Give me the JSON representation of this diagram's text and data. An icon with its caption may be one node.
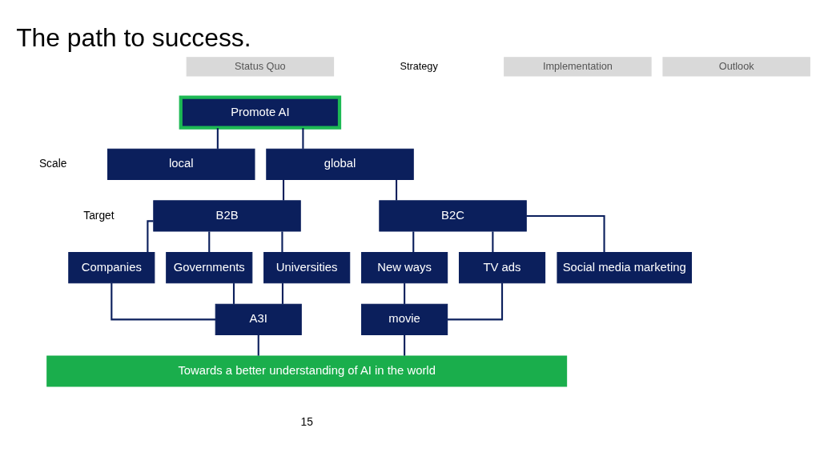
{
  "diagram": {
    "title": "The path to success.",
    "nodes": [
      {
        "text": [
          "Promote AI"
        ]
      },
      {
        "text": [
          "local"
        ]
      },
      {
        "text": [
          "global"
        ]
      },
      {
        "text": [
          "B2B"
        ]
      },
      {
        "text": [
          "B2C"
        ]
      },
      {
        "text": [
          "Companies"
        ]
      },
      {
        "text": [
          "Governments"
        ]
      },
      {
        "text": [
          "Universities"
        ]
      },
      {
        "text": [
          "New ways"
        ]
      },
      {
        "text": [
          "TV ads"
        ]
      },
      {
        "text": [
          "Social media marketing"
        ]
      },
      {
        "text": [
          "A3I"
        ]
      },
      {
        "text": [
          "movie"
        ]
      },
      {
        "text": [
          "Towards a better understanding of AI in the world"
        ]
      }
    ],
    "edges": [
      {
        "from": 0,
        "to": 1,
        "arrow": "none"
      },
      {
        "from": 0,
        "to": 2,
        "arrow": "none"
      },
      {
        "from": 2,
        "to": 3,
        "arrow": "none"
      },
      {
        "from": 2,
        "to": 4,
        "arrow": "none"
      },
      {
        "from": 3,
        "to": 5,
        "arrow": "none"
      },
      {
        "from": 3,
        "to": 6,
        "arrow": "none"
      },
      {
        "from": 3,
        "to": 7,
        "arrow": "none"
      },
      {
        "from": 4,
        "to": 8,
        "arrow": "none"
      },
      {
        "from": 4,
        "to": 9,
        "arrow": "none"
      },
      {
        "from": 4,
        "to": 10,
        "arrow": "none"
      },
      {
        "from": 5,
        "to": 11,
        "arrow": "none"
      },
      {
        "from": 6,
        "to": 11,
        "arrow": "none"
      },
      {
        "from": 7,
        "to": 11,
        "arrow": "none"
      },
      {
        "from": 8,
        "to": 12,
        "arrow": "none"
      },
      {
        "from": 9,
        "to": 12,
        "arrow": "none"
      },
      {
        "from": 11,
        "to": 13,
        "arrow": "none"
      },
      {
        "from": 12,
        "to": 13,
        "arrow": "none"
      }
    ],
    "labels": [
      "Status Quo",
      "Strategy",
      "Implementation",
      "Outlook",
      "Scale",
      "Target",
      "15"
    ]
  }
}
